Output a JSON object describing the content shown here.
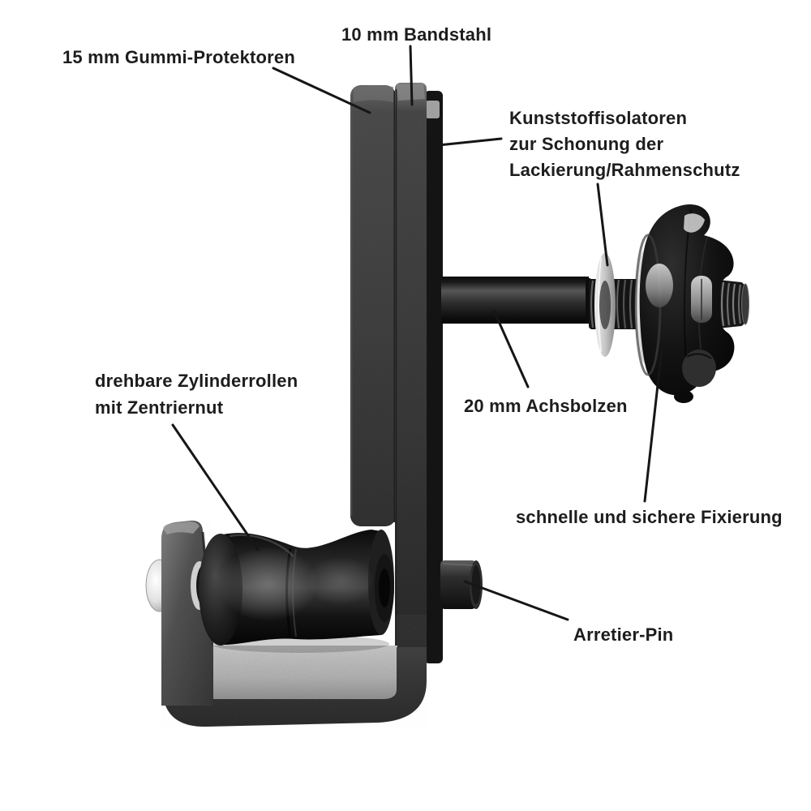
{
  "figure": {
    "background_color": "#ffffff",
    "text_color": "#1d1d1d",
    "leader_line_color": "#161616"
  },
  "annotations": {
    "gummi_protektoren": {
      "text": "15 mm Gummi-Protektoren"
    },
    "bandstahl": {
      "text": "10 mm Bandstahl"
    },
    "kunststoffisolatoren": {
      "line1": "Kunststoffisolatoren",
      "line2": "zur Schonung der",
      "line3": "Lackierung/Rahmenschutz"
    },
    "zylinderrollen": {
      "line1": "drehbare Zylinderrollen",
      "line2": "mit Zentriernut"
    },
    "achsbolzen": {
      "text": "20 mm Achsbolzen"
    },
    "fixierung": {
      "text": "schnelle und sichere Fixierung"
    },
    "arretier_pin": {
      "text": "Arretier-Pin"
    }
  },
  "colors": {
    "metal_dark": "#262626",
    "metal_mid": "#3a3a3a",
    "metal_light_panel": "#bdbdbd",
    "glossy_black": "#0d0d0d",
    "silver_bolt": "#e8e8e8"
  }
}
